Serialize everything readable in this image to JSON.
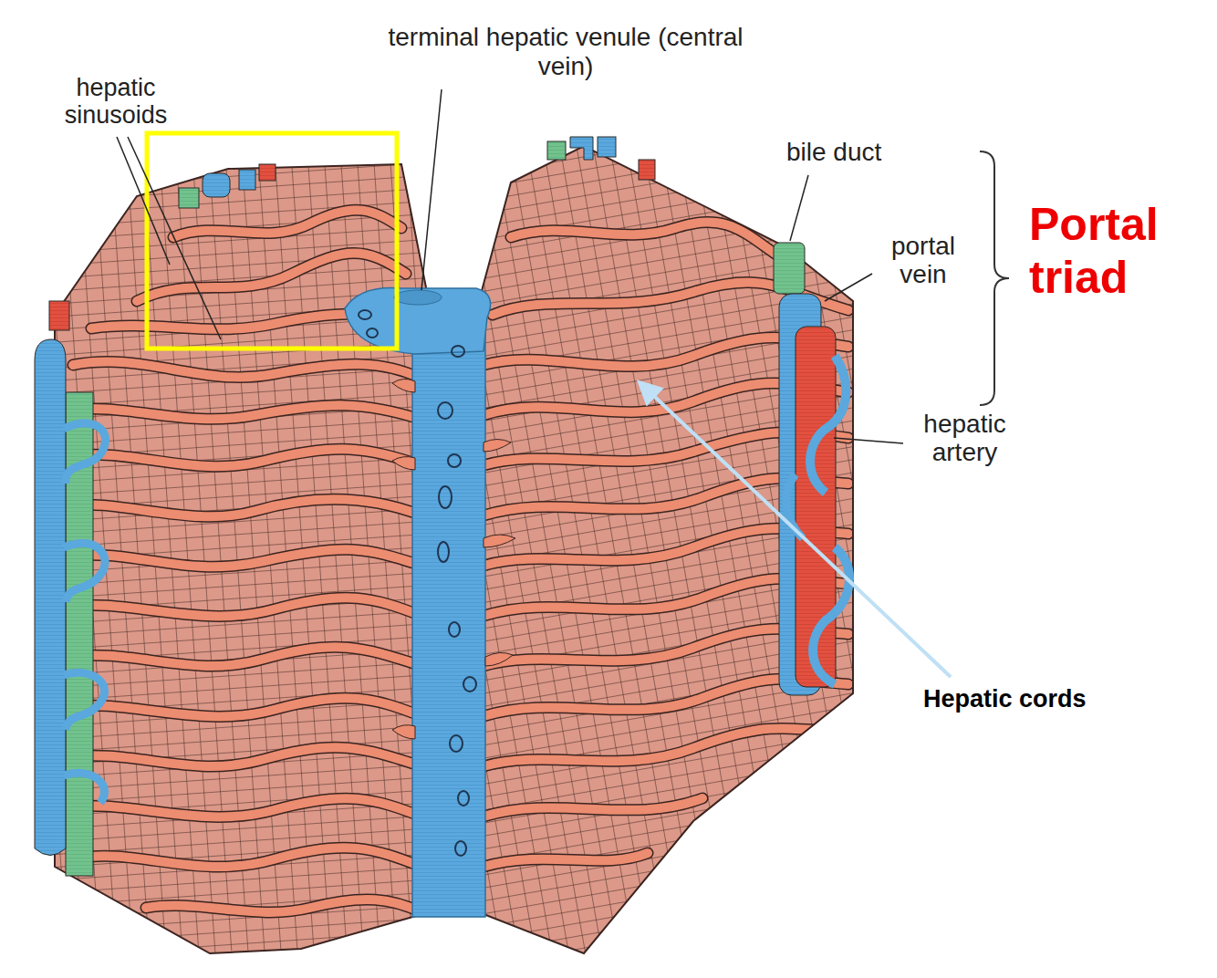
{
  "diagram": {
    "labels": [
      "hepatic sinusoids",
      "terminal hepatic venule (central vein)",
      "bile duct",
      "portal vein",
      "hepatic artery",
      "Portal triad",
      "Hepatic cords"
    ]
  }
}
